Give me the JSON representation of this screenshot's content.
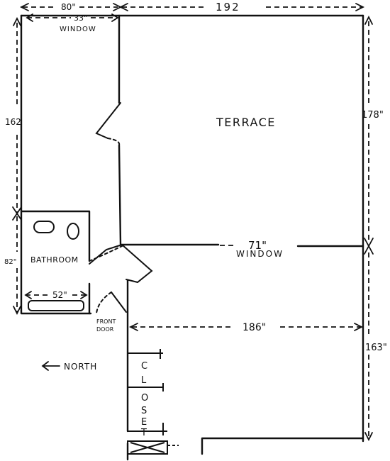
{
  "plan": {
    "rooms": {
      "terrace": "TERRACE",
      "bathroom": "BATHROOM"
    },
    "labels": {
      "window_top": "WINDOW",
      "window_middle": "WINDOW",
      "front_door_line1": "FRONT",
      "front_door_line2": "DOOR",
      "north": "NORTH",
      "closet_letters": [
        "C",
        "L",
        "O",
        "S",
        "E",
        "T"
      ]
    },
    "dimensions": {
      "top_left": "80\"",
      "top_window": "33\"",
      "top_right": "192",
      "left_upper": "162",
      "left_lower": "82\"",
      "right_upper": "178\"",
      "right_lower": "163\"",
      "middle_window": "71\"",
      "tub_width": "52\"",
      "lower_width": "186\""
    },
    "colors": {
      "ink": "#111111",
      "paper": "#ffffff"
    }
  }
}
